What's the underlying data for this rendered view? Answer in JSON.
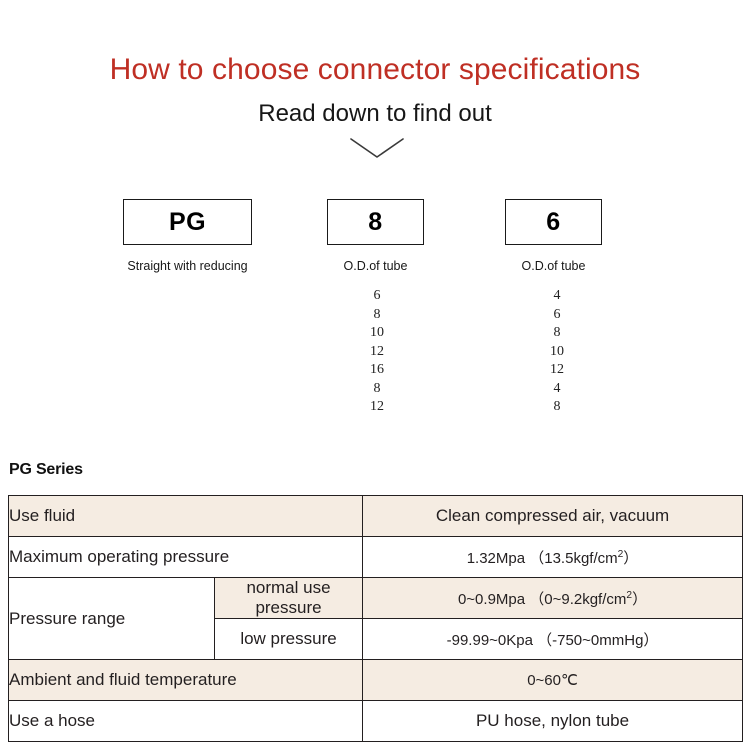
{
  "header": {
    "title": "How to choose connector specifications",
    "subtitle": "Read down to find out",
    "title_color": "#bf2f24",
    "arrow_icon": "chevron-down-icon"
  },
  "selector": {
    "boxes": [
      {
        "code": "PG",
        "caption": "Straight with reducing"
      },
      {
        "code": "8",
        "caption": "O.D.of tube"
      },
      {
        "code": "6",
        "caption": "O.D.of  tube"
      }
    ],
    "columns": [
      {
        "for": "8",
        "values": [
          "6",
          "8",
          "10",
          "12",
          "16",
          "8",
          "12"
        ]
      },
      {
        "for": "6",
        "values": [
          "4",
          "6",
          "8",
          "10",
          "12",
          "4",
          "8"
        ]
      }
    ]
  },
  "spec": {
    "heading": "PG Series",
    "accent_row_color": "#f5ece2",
    "rows": [
      {
        "label": "Use fluid",
        "sub": null,
        "value": "Clean compressed air, vacuum",
        "shade": "beige"
      },
      {
        "label": "Maximum operating pressure",
        "sub": null,
        "value_prefix": "1.32Mpa  （13.5kgf/cm",
        "value_sup": "2",
        "value_suffix": "）",
        "shade": "white"
      },
      {
        "label": "Pressure range",
        "sub": "normal use pressure",
        "value_prefix": "0~0.9Mpa  （0~9.2kgf/cm",
        "value_sup": "2",
        "value_suffix": "）",
        "shade": "beige"
      },
      {
        "label": "",
        "sub": "low pressure",
        "value": "-99.99~0Kpa  （-750~0mmHg）",
        "shade": "white"
      },
      {
        "label": "Ambient and fluid temperature",
        "sub": null,
        "value": "0~60℃",
        "shade": "beige"
      },
      {
        "label": "Use a hose",
        "sub": null,
        "value": "PU hose, nylon tube",
        "shade": "white"
      }
    ]
  }
}
